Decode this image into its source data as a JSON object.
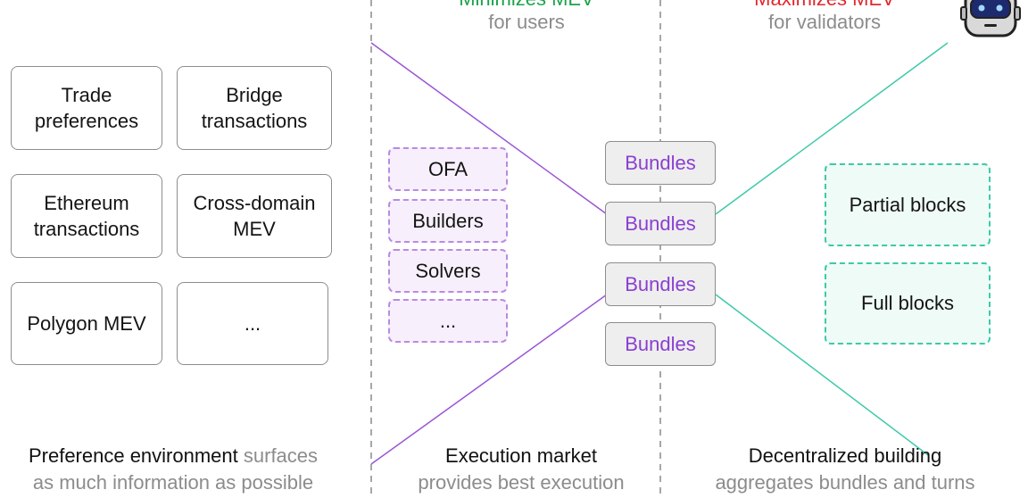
{
  "header": {
    "users_top": "Minimizes MEV",
    "users_sub": "for users",
    "validators_top": "Maximizes MEV",
    "validators_sub": "for validators"
  },
  "preference_boxes": [
    "Trade\npreferences",
    "Bridge\ntransactions",
    "Ethereum\ntransactions",
    "Cross-domain\nMEV",
    "Polygon MEV",
    "..."
  ],
  "execution_boxes": [
    "OFA",
    "Builders",
    "Solvers",
    "..."
  ],
  "bundles": [
    "Bundles",
    "Bundles",
    "Bundles",
    "Bundles"
  ],
  "block_boxes": [
    "Partial blocks",
    "Full blocks"
  ],
  "captions": {
    "left_bold": "Preference environment",
    "left_grey_1": " surfaces",
    "left_grey_2": "as much information as possible",
    "middle_bold": "Execution market",
    "middle_grey": "provides best execution",
    "right_bold": "Decentralized building",
    "right_grey": "aggregates bundles and turns"
  },
  "colors": {
    "purple": "#8a3fd1",
    "teal": "#3ec9a8",
    "green_text": "#1aa34a",
    "red_text": "#e0282e"
  }
}
